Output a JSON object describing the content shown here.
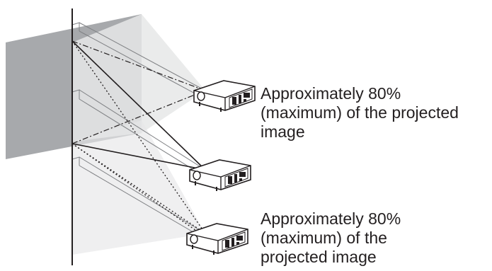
{
  "labels": {
    "top": {
      "line1": "Approximately 80%",
      "line2": "(maximum) of the projected",
      "line3": "image"
    },
    "bottom": {
      "line1": "Approximately 80%",
      "line2": "(maximum) of the",
      "line3": "projected image"
    }
  },
  "colors": {
    "screen_fill": "#a7a9ac",
    "projection_fill": "#e6e7e8",
    "line": "#231f20",
    "guide": "#808285",
    "projector_body": "#ffffff",
    "projector_panel": "#231f20"
  },
  "icons": {
    "projector_top": "projector-icon",
    "projector_middle": "projector-icon",
    "projector_bottom": "projector-icon"
  }
}
